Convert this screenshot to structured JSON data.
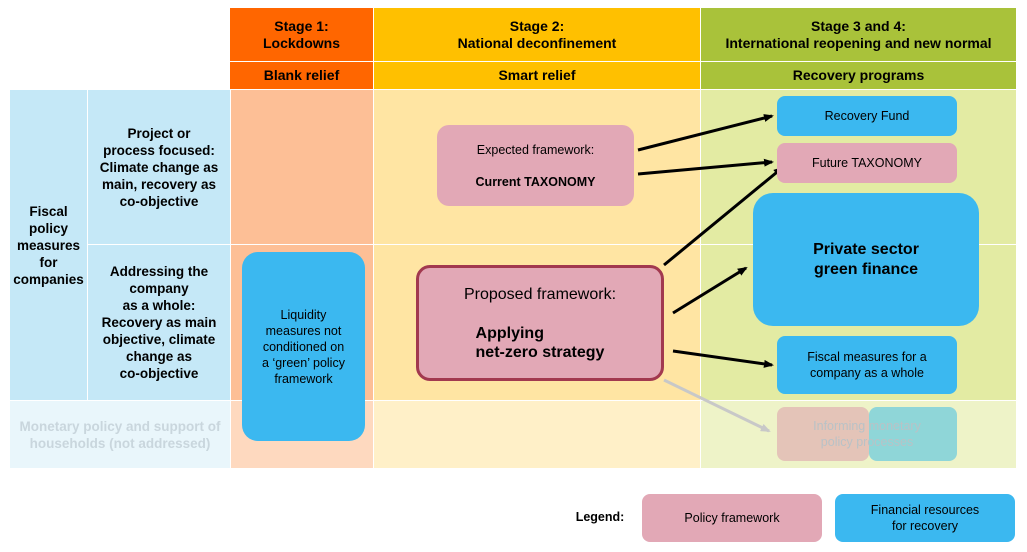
{
  "colors": {
    "stage1": "#ff6600",
    "stage2": "#ffc000",
    "stage3": "#a9c23a",
    "policy_framework": "#e2a8b6",
    "financial_resources": "#3bb8f0",
    "highlight_border": "#a2394f"
  },
  "headers": {
    "stage1": "Stage 1:\nLockdowns",
    "stage1_sub": "Blank relief",
    "stage2": "Stage 2:\nNational deconfinement",
    "stage2_sub": "Smart relief",
    "stage3": "Stage 3 and 4:\nInternational reopening and new normal",
    "stage3_sub": "Recovery programs"
  },
  "rows": {
    "fiscal": "Fiscal\npolicy\nmeasures\nfor\ncompanies",
    "project": "Project or\nprocess focused:\nClimate change as\nmain, recovery as\nco-objective",
    "company": "Addressing the\ncompany\nas a whole:\nRecovery as main\nobjective, climate\nchange as\nco-objective",
    "monetary": "Monetary policy and support of\nhouseholds (not addressed)"
  },
  "boxes": {
    "liquidity": "Liquidity\nmeasures not\nconditioned on\na ‘green’ policy\nframework",
    "expected_title": "Expected framework:",
    "expected_body": "Current TAXONOMY",
    "proposed_title": "Proposed framework:",
    "proposed_body": "Applying\nnet-zero strategy",
    "recovery_fund": "Recovery Fund",
    "future_taxonomy": "Future TAXONOMY",
    "private_finance": "Private sector\ngreen finance",
    "fiscal_whole": "Fiscal measures for a\ncompany as a whole",
    "informing": "Informing monetary\npolicy processes"
  },
  "legend": {
    "label": "Legend:",
    "policy": "Policy framework",
    "financial": "Financial resources\nfor recovery"
  }
}
